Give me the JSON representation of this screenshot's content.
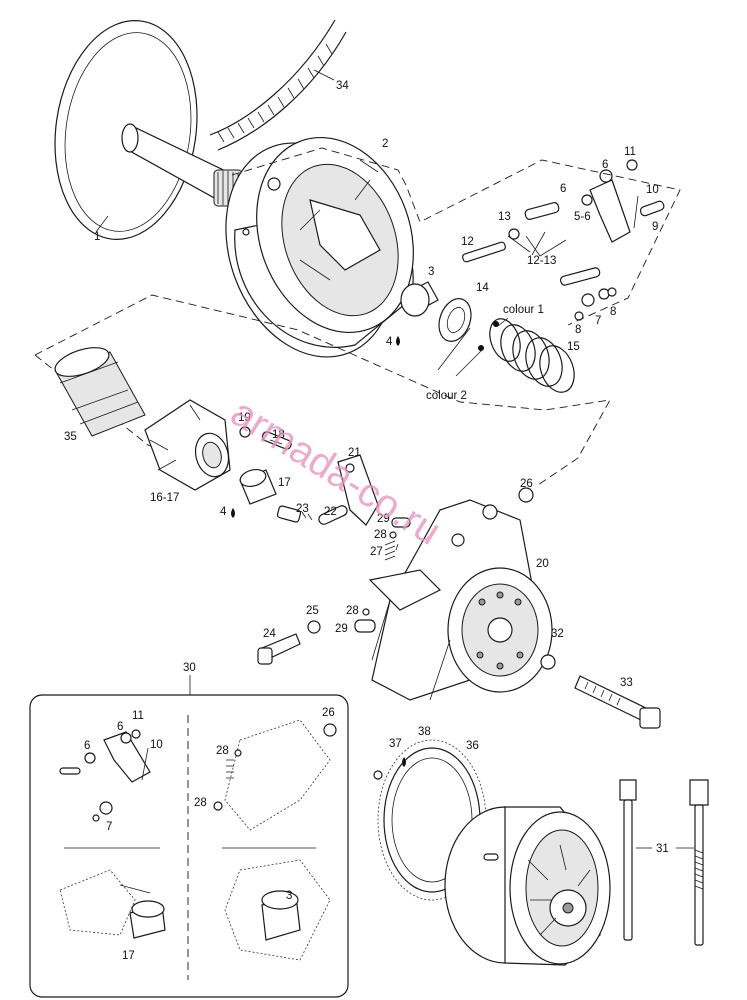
{
  "diagram": {
    "callouts": {
      "p1": "1",
      "p2": "2",
      "p3": "3",
      "p4a": "4",
      "p4b": "4",
      "p5_6": "5-6",
      "p6a": "6",
      "p6b": "6",
      "p7": "7",
      "p8a": "8",
      "p8b": "8",
      "p9": "9",
      "p10": "10",
      "p11": "11",
      "p12": "12",
      "p13": "13",
      "p12_13": "12-13",
      "p14": "14",
      "p15": "15",
      "p16_17": "16-17",
      "p17": "17",
      "p18": "18",
      "p19": "19",
      "p20": "20",
      "p21": "21",
      "p22": "22",
      "p23": "23",
      "p24": "24",
      "p25": "25",
      "p26": "26",
      "p27": "27",
      "p28a": "28",
      "p28b": "28",
      "p29a": "29",
      "p29b": "29",
      "p30": "30",
      "p31": "31",
      "p32": "32",
      "p33": "33",
      "p34": "34",
      "p35": "35",
      "p36": "36",
      "p37": "37",
      "p38": "38",
      "colour1": "colour 1",
      "colour2": "colour 2"
    },
    "inset": {
      "p6a": "6",
      "p6b": "6",
      "p7": "7",
      "p10": "10",
      "p11": "11",
      "p26": "26",
      "p28a": "28",
      "p28b": "28",
      "p3": "3",
      "p17": "17"
    },
    "watermark": "armada-co.ru"
  }
}
